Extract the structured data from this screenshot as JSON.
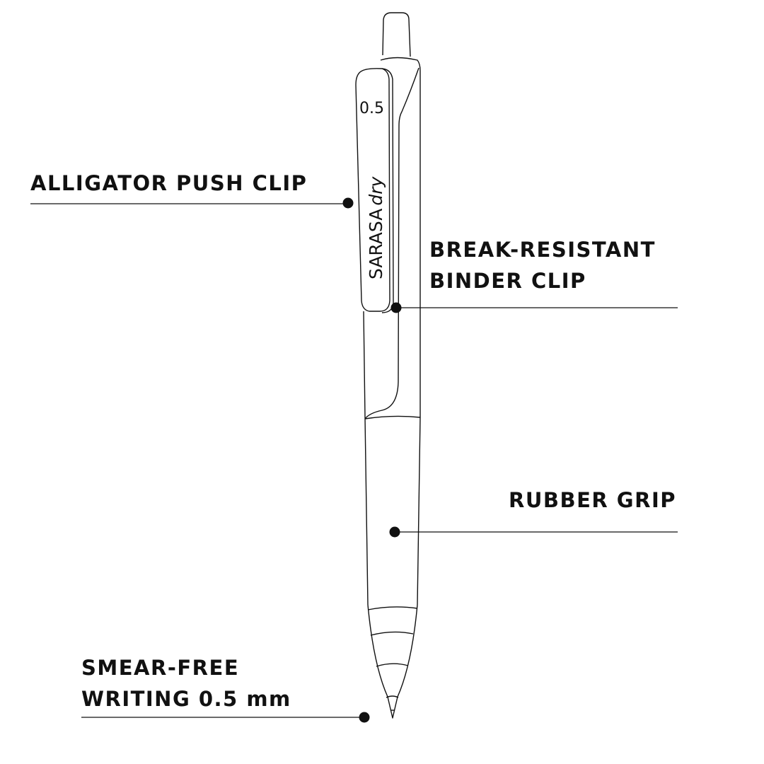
{
  "pen": {
    "clip_size_text": "0.5",
    "clip_brand": "SARASA",
    "clip_model": "dry"
  },
  "callouts": [
    {
      "lines": [
        "ALLIGATOR PUSH CLIP"
      ]
    },
    {
      "lines": [
        "BREAK-RESISTANT",
        "BINDER CLIP"
      ]
    },
    {
      "lines": [
        "RUBBER GRIP"
      ]
    },
    {
      "lines": [
        "SMEAR-FREE",
        "WRITING 0.5 mm"
      ]
    }
  ],
  "colors": {
    "ink": "#111111",
    "background": "#ffffff"
  }
}
